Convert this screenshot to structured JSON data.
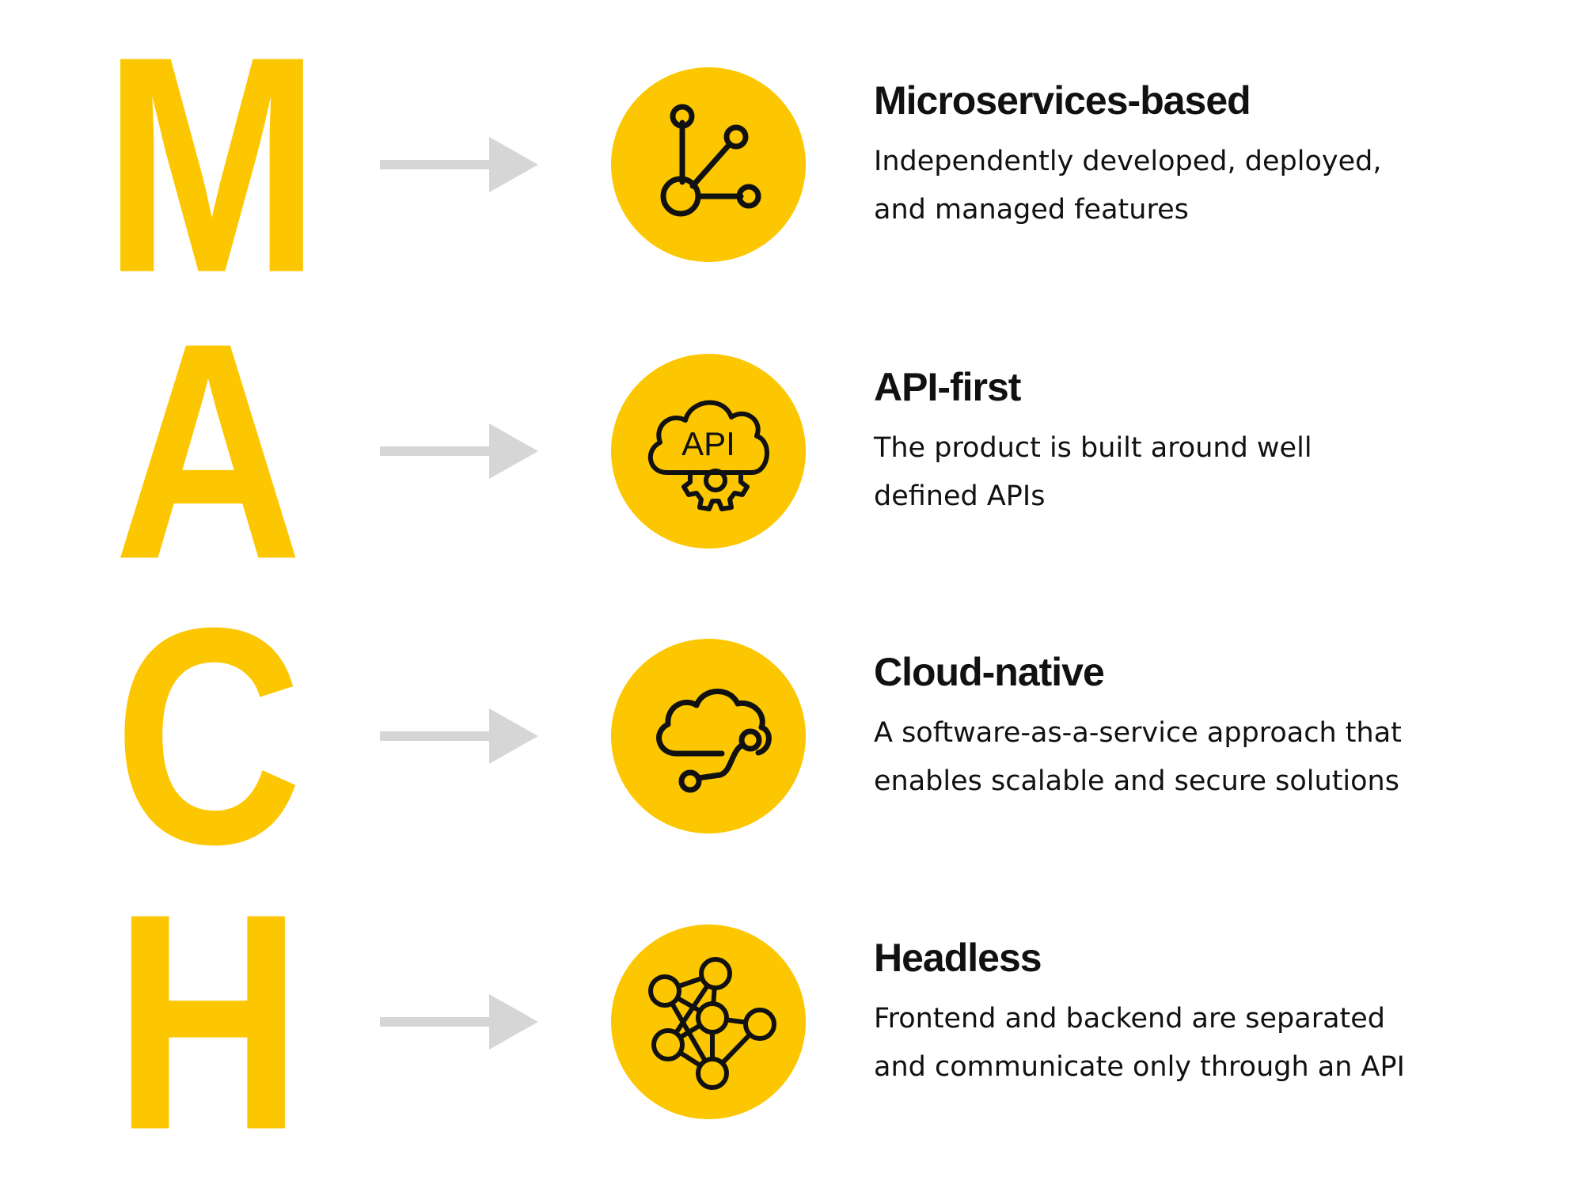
{
  "colors": {
    "accent": "#FCC700",
    "arrow": "#D6D6D6",
    "text": "#111111",
    "background": "#FFFFFF"
  },
  "rows": [
    {
      "letter": "M",
      "icon": "microservices-nodes-icon",
      "title": "Microservices-based",
      "description_line1": "Independently developed, deployed,",
      "description_line2": "and managed features"
    },
    {
      "letter": "A",
      "icon": "api-cloud-gear-icon",
      "icon_text": "API",
      "title": "API-first",
      "description_line1": "The product is built around well",
      "description_line2": "defined APIs"
    },
    {
      "letter": "C",
      "icon": "cloud-connection-icon",
      "title": "Cloud-native",
      "description_line1": "A software-as-a-service approach that",
      "description_line2": "enables scalable and secure solutions"
    },
    {
      "letter": "H",
      "icon": "network-graph-icon",
      "title": "Headless",
      "description_line1": "Frontend and backend are separated",
      "description_line2": "and communicate only through an API"
    }
  ]
}
